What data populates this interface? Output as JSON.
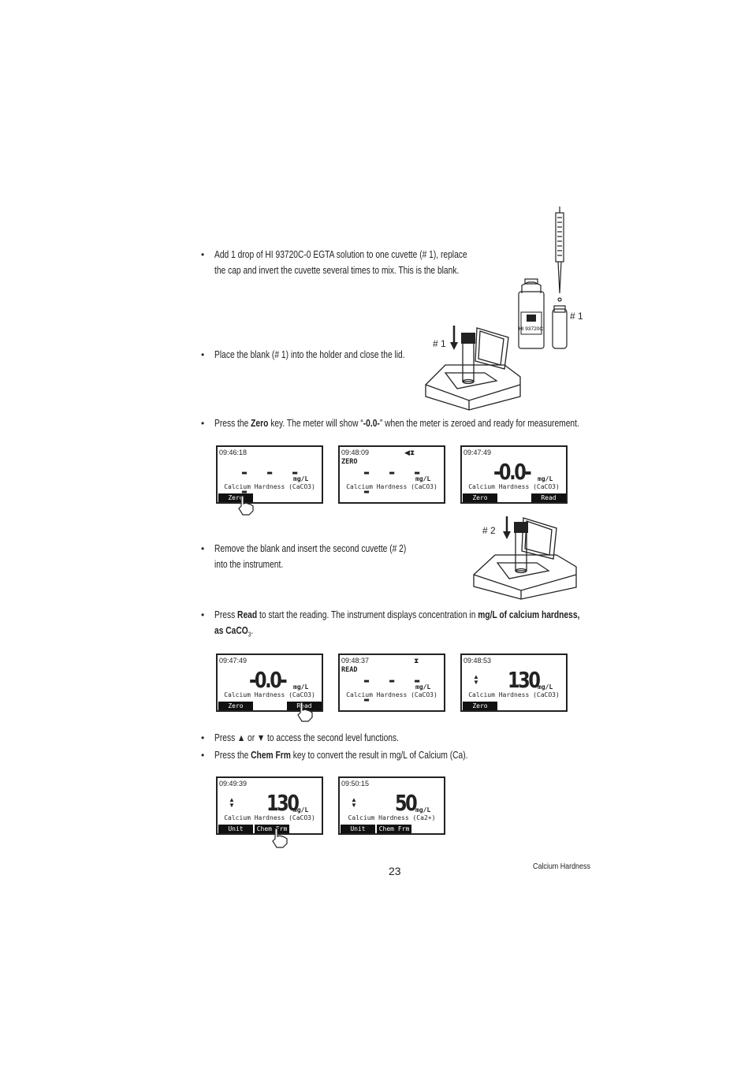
{
  "steps": {
    "s1": {
      "line1": "Add 1 drop of HI 93720C-0 EGTA solution to one cuvette (# 1), replace",
      "line2": "the cap and invert the cuvette several times to mix. This is the blank."
    },
    "s2": {
      "text": "Place the blank (# 1) into the holder and close the lid."
    },
    "s3": {
      "pre": "Press the ",
      "key": "Zero",
      "mid": " key. The meter will show “",
      "bold": "-0.0-",
      "post": "” when the meter is zeroed and ready for measurement."
    },
    "s4": {
      "line1": "Remove the blank and insert the second cuvette (# 2)",
      "line2": "into the instrument."
    },
    "s5": {
      "pre": "Press ",
      "key": "Read",
      "mid": " to start the reading. The instrument displays concentration in ",
      "bold": "mg/L of calcium hardness,",
      "line2": "as CaCO",
      "sub": "3",
      "end": "."
    },
    "s6": {
      "pre": "Press ",
      "mid": " or ",
      "post": " to access the second level functions."
    },
    "s7": {
      "pre": "Press the ",
      "key": "Chem Frm",
      "post": " key to convert the result in mg/L of Calcium (Ca)."
    }
  },
  "illustration_labels": {
    "cuvette1": "# 1",
    "cuvette1_holder": "# 1",
    "cuvette2": "# 2",
    "bottle": "HI 93720C"
  },
  "screens": {
    "row1": [
      {
        "time": "09:46:18",
        "mode": "",
        "value": "- - - -",
        "unit": "mg/L",
        "param": "Calcium Hardness (CaCO3)",
        "keys": [
          "Zero",
          ""
        ]
      },
      {
        "time": "09:48:09",
        "mode": "ZERO",
        "value": "- - - -",
        "unit": "mg/L",
        "param": "Calcium Hardness (CaCO3)",
        "keys": [
          "",
          ""
        ]
      },
      {
        "time": "09:47:49",
        "mode": "",
        "value": "-0.0-",
        "unit": "mg/L",
        "param": "Calcium Hardness (CaCO3)",
        "keys": [
          "Zero",
          "Read"
        ]
      }
    ],
    "row2": [
      {
        "time": "09:47:49",
        "mode": "",
        "value": "-0.0-",
        "unit": "mg/L",
        "param": "Calcium Hardness (CaCO3)",
        "keys": [
          "Zero",
          "Read"
        ]
      },
      {
        "time": "09:48:37",
        "mode": "READ",
        "value": "- - - -",
        "unit": "mg/L",
        "param": "Calcium Hardness (CaCO3)",
        "keys": [
          "",
          ""
        ]
      },
      {
        "time": "09:48:53",
        "mode": "",
        "value": "130",
        "unit": "mg/L",
        "param": "Calcium Hardness (CaCO3)",
        "keys": [
          "Zero",
          ""
        ]
      }
    ],
    "row3": [
      {
        "time": "09:49:39",
        "mode": "",
        "value": "130",
        "unit": "mg/L",
        "param": "Calcium Hardness (CaCO3)",
        "keys": [
          "Unit",
          "Chem Frm"
        ]
      },
      {
        "time": "09:50:15",
        "mode": "",
        "value": "50",
        "unit": "mg/L",
        "param": "Calcium Hardness (Ca2+)",
        "keys": [
          "Unit",
          "Chem Frm"
        ]
      }
    ]
  },
  "footer": {
    "page_number": "23",
    "section": "Calcium  Hardness"
  }
}
